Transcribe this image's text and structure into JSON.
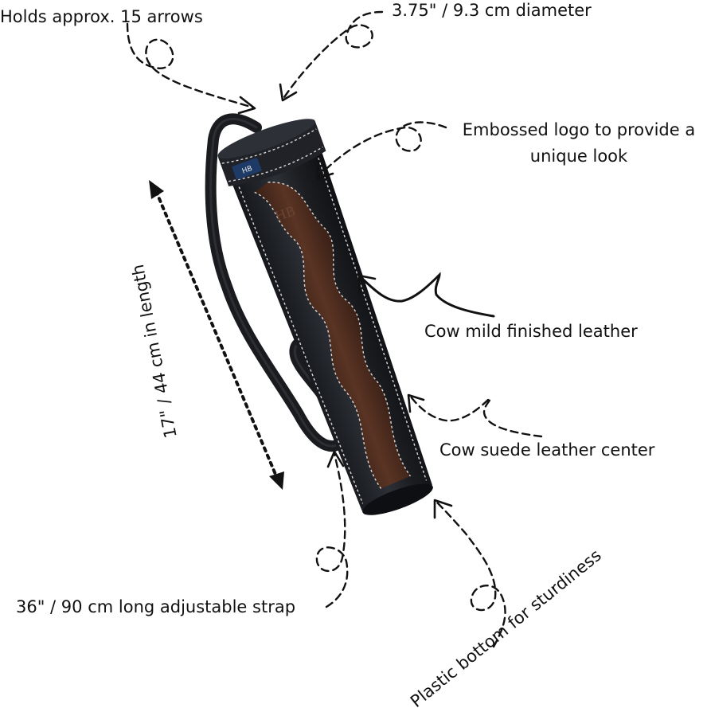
{
  "labels": {
    "holds": "Holds approx. 15 arrows",
    "diameter": "3.75\" / 9.3 cm diameter",
    "logo_line1": "Embossed logo to provide a",
    "logo_line2": "unique look",
    "leather": "Cow mild finished leather",
    "suede": "Cow suede leather center",
    "strap": "36\" / 90 cm long adjustable strap",
    "bottom": "Plastic bottom for sturdiness",
    "length": "17\" / 44 cm in length"
  },
  "product": {
    "name": "leather-arrow-quiver",
    "colors": {
      "leather": "#1c1e22",
      "leather_highlight": "#3a3d44",
      "suede": "#4a2a1e",
      "stitching": "#d9d9d9"
    }
  }
}
